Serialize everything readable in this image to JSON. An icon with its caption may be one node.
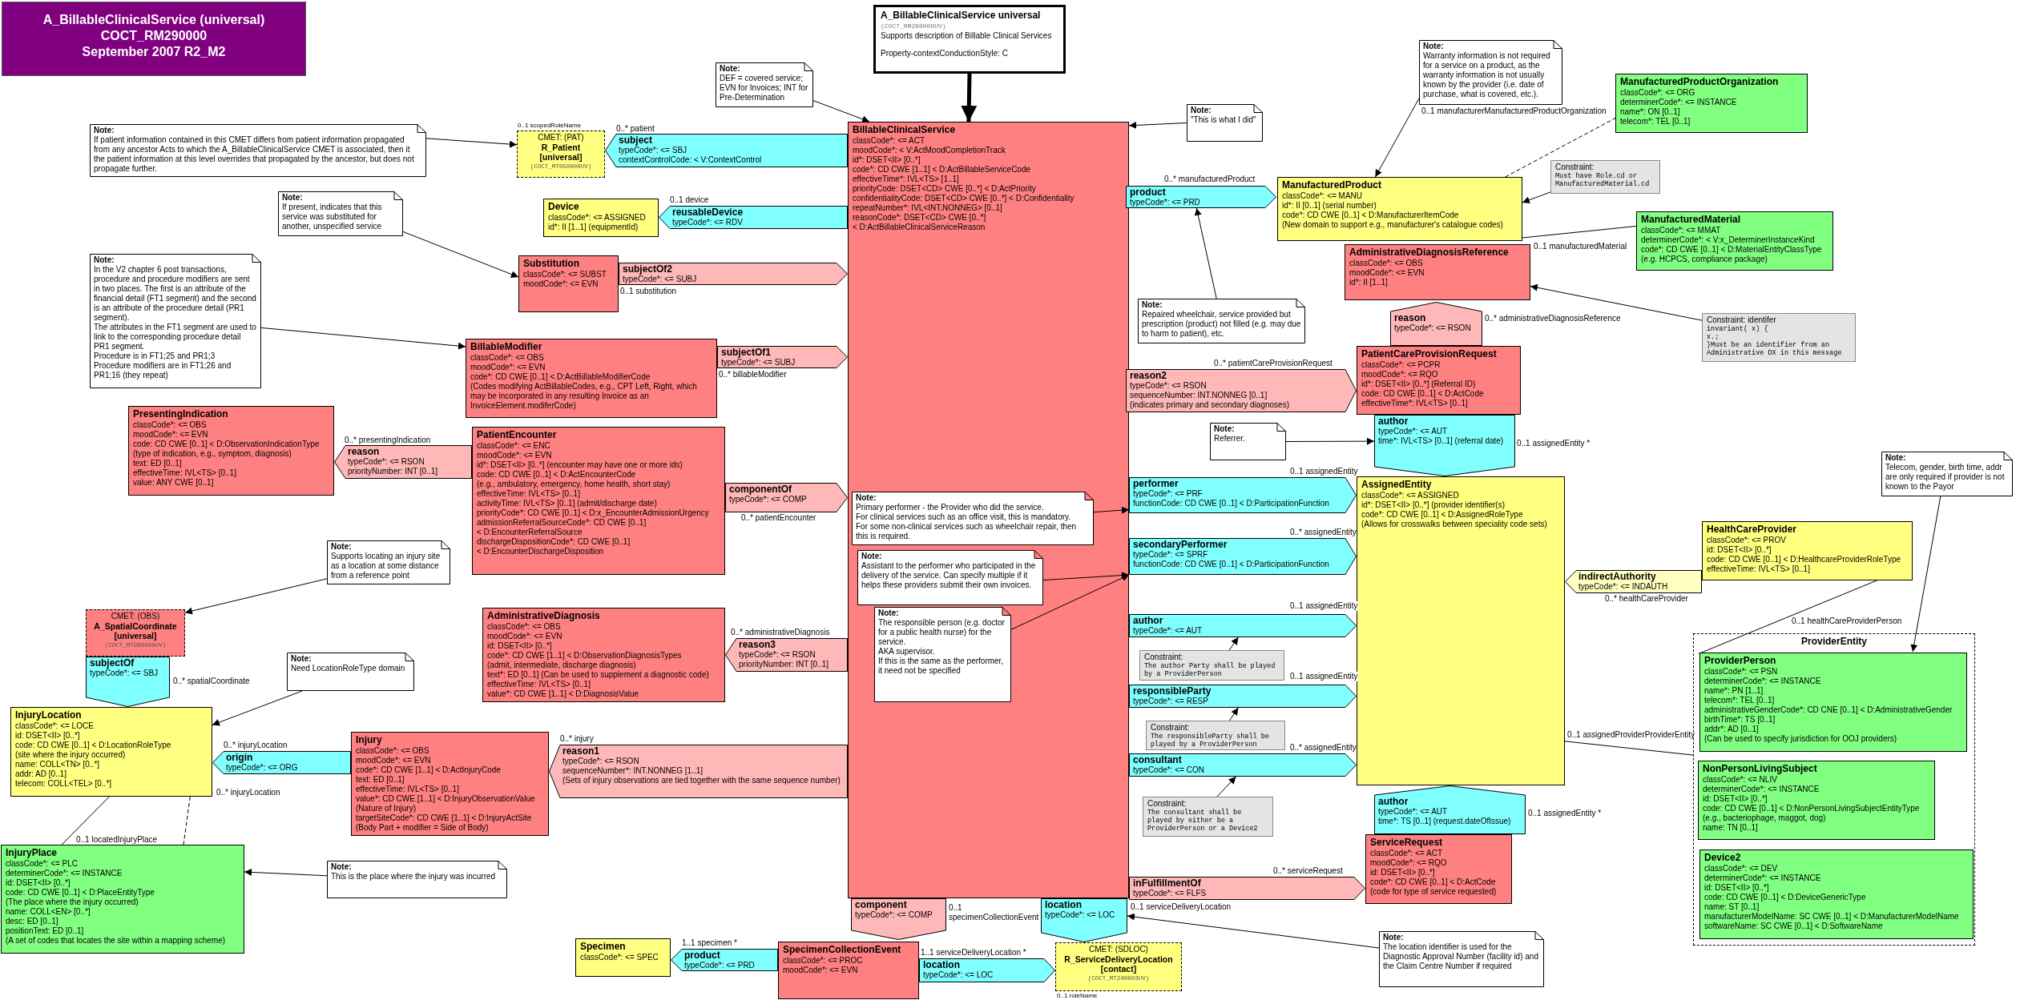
{
  "diagram": {
    "nodes": [
      {
        "text": [
          "A_BillableClinicalService (universal)",
          "COCT_RM290000",
          "September 2007 R2_M2"
        ]
      },
      {
        "text": [
          "A_BillableClinicalService universal",
          "(COCT_RM290000UV)",
          "Supports description of Billable Clinical Services",
          "Property-contextConductionStyle: C"
        ]
      },
      {
        "text": [
          "BillableClinicalService",
          "classCode*: <= ACT",
          "moodCode*: < V:ActMoodCompletionTrack",
          "id*: DSET<II> [0..*]",
          "code*: CD CWE [1..1] < D:ActBillableServiceCode",
          "effectiveTime*: IVL<TS> [1..1]",
          "priorityCode: DSET<CD> CWE [0..*] < D:ActPriority",
          "confidentialityCode: DSET<CD> CWE [0..*] < D:Confidentiality",
          "repeatNumber*: IVL<INT.NONNEG> [0..1]",
          "reasonCode*: DSET<CD> CWE [0..*]",
          "< D:ActBillableClinicalServiceReason"
        ]
      },
      {
        "text": [
          "Note:",
          "DEF = covered service; EVN for Invoices; INT for Pre-Determination"
        ]
      },
      {
        "text": [
          "Note:",
          "If patient information contained in this CMET differs from patient information propagated from any ancestor Acts to which the A_BillableClinicalService CMET is associated, then it the patient information at this level overrides that propagated by the ancestor, but does not propagate further."
        ]
      },
      {
        "text": [
          "CMET: (PAT)",
          "R_Patient",
          "[universal]",
          "(COCT_MT050000UV)"
        ],
        "beside": [
          "0..1 scopedRoleName"
        ]
      },
      {
        "text": [
          "subject",
          "typeCode*: <= SBJ",
          "contextControlCode: < V:ContextControl"
        ],
        "beside": [
          "0..* patient"
        ]
      },
      {
        "text": [
          "Device",
          "classCode*: <= ASSIGNED",
          "id*: II [1..1] (equipmentId)"
        ]
      },
      {
        "text": [
          "reusableDevice",
          "typeCode*: <= RDV"
        ],
        "beside": [
          "0..1 device"
        ]
      },
      {
        "text": [
          "Note:",
          "If present, indicates that this service was substituted for another, unspecified service"
        ]
      },
      {
        "text": [
          "Substitution",
          "classCode*: <= SUBST",
          "moodCode*: <= EVN"
        ]
      },
      {
        "text": [
          "subjectOf2",
          "typeCode*: <= SUBJ"
        ],
        "beside": [
          "0..1 substitution"
        ]
      },
      {
        "text": [
          "Note:",
          "In the V2 chapter 6 post transactions, procedure and procedure modifiers are sent in two places. The first is an attribute of the financial detail (FT1 segment) and the second is an attribute of the procedure detail (PR1 segment).",
          "The attributes in the FT1 segment are used to link to the corresponding procedure detail PR1 segment.",
          "Procedure is in FT1;25 and PR1;3",
          "Procedure modifiers are in FT1;26 and PR1;16 (they repeat)"
        ]
      },
      {
        "text": [
          "BillableModifier",
          "classCode*: <= OBS",
          "moodCode*: <= EVN",
          "code*: CD CWE [0..1] < D:ActBillableModifierCode",
          "(Codes modifying ActBillableCodes, e.g., CPT Left, Right, which may be incorporated in any resulting Invoice as an InvoiceElement.modiferCode)"
        ]
      },
      {
        "text": [
          "subjectOf1",
          "typeCode*: <= SUBJ"
        ],
        "beside": [
          "0..* billableModifier"
        ]
      },
      {
        "text": [
          "PresentingIndication",
          "classCode*: <= OBS",
          "moodCode*: <= EVN",
          "code: CD CWE [0..1] < D:ObservationIndicationType",
          "(type of indication, e.g., symptom, diagnosis)",
          "text: ED [0..1]",
          "effectiveTime: IVL<TS> [0..1]",
          "value: ANY CWE [0..1]"
        ]
      },
      {
        "text": [
          "reason",
          "typeCode*: <= RSON",
          "priorityNumber: INT [0..1]"
        ],
        "beside": [
          "0..* presentingIndication"
        ]
      },
      {
        "text": [
          "PatientEncounter",
          "classCode*: <= ENC",
          "moodCode*: <= EVN",
          "id*: DSET<II> [0..*] (encounter may have one or more ids)",
          "code: CD CWE [0..1] < D:ActEncounterCode",
          "(e.g., ambulatory, emergency, home health, short stay)",
          "effectiveTime: IVL<TS> [0..1]",
          "activityTime: IVL<TS> [0..1] (admit/discharge date)",
          "priorityCode*: CD CWE [0..1] < D:x_EncounterAdmissionUrgency",
          "admissionReferralSourceCode*: CD CWE [0..1]",
          "< D:EncounterReferralSource",
          "dischargeDispositionCode*: CD CWE [0..1]",
          "< D:EncounterDischargeDisposition"
        ]
      },
      {
        "text": [
          "componentOf",
          "typeCode*: <= COMP"
        ],
        "beside": [
          "0..* patientEncounter"
        ]
      },
      {
        "text": [
          "Note:",
          "Supports locating an injury site as a location at some distance from a reference point"
        ]
      },
      {
        "text": [
          "CMET: (OBS)",
          "A_SpatialCoordinate",
          "[universal]",
          "(COCT_MT960000UV)"
        ]
      },
      {
        "text": [
          "subjectOf",
          "typeCode*: <= SBJ"
        ],
        "beside": [
          "0..* spatialCoordinate"
        ]
      },
      {
        "text": [
          "Note:",
          "Need LocationRoleType domain"
        ]
      },
      {
        "text": [
          "InjuryLocation",
          "classCode*: <= LOCE",
          "id: DSET<II> [0..*]",
          "code: CD CWE [0..1] < D:LocationRoleType",
          "(site where the injury occurred)",
          "name: COLL<TN> [0..*]",
          "addr: AD [0..1]",
          "telecom: COLL<TEL> [0..*]"
        ]
      },
      {
        "text": [
          "origin",
          "typeCode*: <= ORG"
        ],
        "beside": [
          "0..* injuryLocation"
        ]
      },
      {
        "text": [
          "Injury",
          "classCode*: <= OBS",
          "moodCode*: <= EVN",
          "code*: CD CWE [1..1] < D:ActInjuryCode",
          "text: ED [0..1]",
          "effectiveTime: IVL<TS> [0..1]",
          "value*: CD CWE [1..1] < D:InjuryObservationValue",
          "(Nature of Injury)",
          "targetSiteCode*: CD CWE [1..1] < D:InjuryActSite",
          "(Body Part + modifier = Side of Body)"
        ]
      },
      {
        "text": [
          "reason1",
          "typeCode*: <= RSON",
          "sequenceNumber*: INT.NONNEG [1..1]",
          "(Sets of injury observations are tied together with the same sequence number)"
        ],
        "beside": [
          "0..* injury"
        ]
      },
      {
        "text": [
          "AdministrativeDiagnosis",
          "classCode*: <= OBS",
          "moodCode*: <= EVN",
          "id: DSET<II> [0..*]",
          "code*: CD CWE [1..1] < D:ObservationDiagnosisTypes",
          "(admit, intermediate, discharge diagnosis)",
          "text*: ED [0..1] (Can be used to supplement a diagnostic code)",
          "effectiveTime: IVL<TS> [0..1]",
          "value*: CD CWE [1..1] < D:DiagnosisValue"
        ]
      },
      {
        "text": [
          "reason3",
          "typeCode*: <= RSON",
          "priorityNumber: INT [0..1]"
        ],
        "beside": [
          "0..* administrativeDiagnosis"
        ]
      },
      {
        "text": [
          "InjuryPlace",
          "classCode*: <= PLC",
          "determinerCode*: <= INSTANCE",
          "id: DSET<II> [0..*]",
          "code: CD CWE [0..1] < D:PlaceEntityType",
          "(The place where the injury occurred)",
          "name: COLL<EN> [0..*]",
          "desc: ED [0..1]",
          "positionText: ED [0..1]",
          "(A set of codes that locates the site within a mapping scheme)"
        ]
      },
      {
        "text": [
          "Note:",
          "This is the place where the injury was incurred"
        ]
      },
      {
        "text": [
          "Specimen",
          "classCode*: <= SPEC"
        ]
      },
      {
        "text": [
          "product",
          "typeCode*: <= PRD"
        ],
        "beside": [
          "1..1 specimen *"
        ]
      },
      {
        "text": [
          "SpecimenCollectionEvent",
          "classCode*: <= PROC",
          "moodCode*: <= EVN"
        ]
      },
      {
        "text": [
          "component",
          "typeCode*: <= COMP"
        ],
        "beside": [
          "0..1 specimenCollectionEvent"
        ]
      },
      {
        "text": [
          "location",
          "typeCode*: <= LOC"
        ],
        "beside": [
          "0..1 serviceDeliveryLocation"
        ]
      },
      {
        "text": [
          "location",
          "typeCode*: <= LOC"
        ],
        "beside": [
          "1..1 serviceDeliveryLocation *"
        ]
      },
      {
        "text": [
          "CMET: (SDLOC)",
          "R_ServiceDeliveryLocation",
          "[contact]",
          "(COCT_MT240003UV)"
        ],
        "beside": [
          "0..1 roleName"
        ]
      },
      {
        "text": [
          "Note:",
          "The location identifier is used for the Diagnostic Approval Number (facility id) and the Claim Centre Number if required"
        ]
      },
      {
        "text": [
          "Note:",
          "\"This is what I did\""
        ]
      },
      {
        "text": [
          "product",
          "typeCode*: <= PRD"
        ],
        "beside": [
          "0..* manufacturedProduct"
        ]
      },
      {
        "text": [
          "Note:",
          "Repaired wheelchair, service provided but prescription (product) not filled (e.g. may due to harm to patient), etc."
        ]
      },
      {
        "text": [
          "ManufacturedProduct",
          "classCode*: <= MANU",
          "id*: II [0..1] (serial number)",
          "code*: CD CWE [0..1] < D:ManufacturerItemCode",
          "(New domain to support e.g., manufacturer's catalogue codes)"
        ]
      },
      {
        "text": [
          "Note:",
          "Warranty information is not required for a service on a product, as the warranty information is not usually known by the provider (i.e. date of purchase, what is covered, etc.)."
        ]
      },
      {
        "text": [
          "ManufacturedProductOrganization",
          "classCode*: <= ORG",
          "determinerCode*: <= INSTANCE",
          "name*: ON [0..1]",
          "telecom*: TEL [0..1]"
        ]
      },
      {
        "text": [
          "Constraint:",
          "Must have Role.cd or ManufacturedMaterial.cd"
        ]
      },
      {
        "text": [
          "ManufacturedMaterial",
          "classCode*: <= MMAT",
          "determinerCode*: < V:x_DeterminerInstanceKind",
          "code*: CD CWE [0..1] < D:MaterialEntityClassType",
          "(e.g. HCPCS, compliance package)"
        ]
      },
      {
        "text": [
          "AdministrativeDiagnosisReference",
          "classCode*: <= OBS",
          "moodCode*: <= EVN",
          "id*: II [1..1]"
        ]
      },
      {
        "text": [
          "reason",
          "typeCode*: <= RSON"
        ],
        "beside": [
          "0..* administrativeDiagnosisReference"
        ]
      },
      {
        "text": [
          "Constraint: identifer",
          "invariant( x) {",
          "x.;",
          "}Must be an identifier from an Administrative DX in this message"
        ]
      },
      {
        "text": [
          "PatientCareProvisionRequest",
          "classCode*: <= PCPR",
          "moodCode*: <= RQO",
          "id*: DSET<II> [0..*] (Referral ID)",
          "code: CD CWE [0..1] < D:ActCode",
          "effectiveTime*: IVL<TS> [0..1]"
        ]
      },
      {
        "text": [
          "reason2",
          "typeCode*: <= RSON",
          "sequenceNumber: INT.NONNEG [0..1]",
          "(indicates primary and secondary diagnoses)"
        ],
        "beside": [
          "0..* patientCareProvisionRequest"
        ]
      },
      {
        "text": [
          "author",
          "typeCode*: <= AUT",
          "time*: IVL<TS> [0..1] (referral date)"
        ],
        "beside": [
          "0..1 assignedEntity *"
        ]
      },
      {
        "text": [
          "Note:",
          "Referrer."
        ]
      },
      {
        "text": [
          "AssignedEntity",
          "classCode*: <= ASSIGNED",
          "id*: DSET<II> [0..*] (provider identifier(s)",
          "code*: CD CWE [0..1] < D:AssignedRoleType",
          "(Allows for crosswalks between speciality code sets)"
        ]
      },
      {
        "text": [
          "performer",
          "typeCode*: <= PRF",
          "functionCode: CD CWE [0..1] < D:ParticipationFunction"
        ],
        "beside": [
          "0..1 assignedEntity"
        ]
      },
      {
        "in": 2,
        "text": [
          "Note:",
          "Primary performer - the Provider who did the service.",
          "For clinical services such as an office visit, this is mandatory.",
          "For some non-clinical services such as wheelchair repair, then this is required."
        ]
      },
      {
        "text": [
          "secondaryPerformer",
          "typeCode*: <= SPRF",
          "functionCode: CD CWE [0..1] < D:ParticipationFunction"
        ],
        "beside": [
          "0..* assignedEntity"
        ]
      },
      {
        "in": 2,
        "text": [
          "Note:",
          "Assistant to the performer who participated in the delivery of the service. Can specify multiple if it helps these providers submit their own invoices."
        ]
      },
      {
        "text": [
          "author",
          "typeCode*: <= AUT"
        ],
        "beside": [
          "0..1 assignedEntity"
        ]
      },
      {
        "in": 2,
        "text": [
          "Note:",
          "The responsible person (e.g. doctor for a public health nurse) for the service.",
          "AKA supervisor.",
          "If this is the same as the performer, it need not be specified"
        ]
      },
      {
        "text": [
          "Constraint:",
          "The author Party shall be played by a ProviderPerson"
        ]
      },
      {
        "text": [
          "responsibleParty",
          "typeCode*: <= RESP"
        ],
        "beside": [
          "0..1 assignedEntity"
        ]
      },
      {
        "text": [
          "Constraint:",
          "The responsibleParty shall be played by a ProviderPerson"
        ]
      },
      {
        "text": [
          "consultant",
          "typeCode*: <= CON"
        ],
        "beside": [
          "0..* assignedEntity"
        ]
      },
      {
        "text": [
          "Constraint:",
          "The consultant shall be played by either be a ProviderPerson or a Device2"
        ]
      },
      {
        "text": [
          "author",
          "typeCode*: <= AUT",
          "time*: TS [0..1] (request.dateOfIssue)"
        ],
        "beside": [
          "0..1 assignedEntity *"
        ]
      },
      {
        "text": [
          "ServiceRequest",
          "classCode*: <= ACT",
          "moodCode*: <= RQO",
          "id: DSET<II> [0..*]",
          "code*: CD CWE [0..1] < D:ActCode",
          "(code for type of service requested)"
        ]
      },
      {
        "text": [
          "inFulfillmentOf",
          "typeCode*: <= FLFS"
        ],
        "beside": [
          "0..* serviceRequest"
        ]
      },
      {
        "text": [
          "Note:",
          "Telecom, gender, birth time, addr are only required if provider is not known to the Payor"
        ]
      },
      {
        "text": [
          "HealthCareProvider",
          "classCode*: <= PROV",
          "id: DSET<II> [0..*]",
          "code: CD CWE [0..1] < D:HealthcareProviderRoleType",
          "effectiveTime: IVL<TS> [0..1]"
        ]
      },
      {
        "text": [
          "indirectAuthority",
          "typeCode*: <= INDAUTH"
        ],
        "beside": [
          "0..* healthCareProvider"
        ]
      },
      {
        "text": [
          "ProviderEntity"
        ]
      },
      {
        "in": 72,
        "text": [
          "ProviderPerson",
          "classCode*: <= PSN",
          "determinerCode*: <= INSTANCE",
          "name*: PN [1..1]",
          "telecom*: TEL [0..1]",
          "administrativeGenderCode*: CD CNE [0..1] < D:AdministrativeGender",
          "birthTime*: TS [0..1]",
          "addr*: AD [0..1]",
          "(Can be used to specify jurisdiction for OOJ providers)"
        ]
      },
      {
        "in": 72,
        "text": [
          "NonPersonLivingSubject",
          "classCode*: <= NLIV",
          "determinerCode*: <= INSTANCE",
          "id: DSET<II> [0..*]",
          "code: CD CWE [0..1] < D:NonPersonLivingSubjectEntityType",
          "(e.g., bacteriophage, maggot, dog)",
          "name: TN [0..1]"
        ]
      },
      {
        "in": 72,
        "text": [
          "Device2",
          "classCode*: <= DEV",
          "determinerCode*: <= INSTANCE",
          "id: DSET<II> [0..*]",
          "code: CD CWE [0..1] < D:DeviceGenericType",
          "name: ST [0..1]",
          "manufacturerModelName: SC CWE [0..1] < D:ManufacturerModelName",
          "softwareName: SC CWE [0..1] < D:SoftwareName"
        ]
      }
    ],
    "edges": [
      {
        "from": 1,
        "to": 2,
        "arrow": "to",
        "style": "thick"
      },
      {
        "from": 3,
        "to": 2,
        "arrow": "to"
      },
      {
        "from": 4,
        "to": 5,
        "arrow": "to"
      },
      {
        "from": 39,
        "to": 2,
        "arrow": "to"
      },
      {
        "from": 9,
        "to": 10,
        "arrow": "to"
      },
      {
        "from": 12,
        "to": 13,
        "arrow": "to"
      },
      {
        "from": 41,
        "to": 40,
        "arrow": "to"
      },
      {
        "from": 43,
        "to": 42,
        "arrow": "to"
      },
      {
        "from": 42,
        "to": 44,
        "arrow": "none",
        "style": "dashed",
        "label": "0..1 manufacturerManufacturedProductOrganization"
      },
      {
        "from": 45,
        "to": 42,
        "arrow": "to"
      },
      {
        "from": 42,
        "to": 46,
        "arrow": "none",
        "label": "0..1 manufacturedMaterial"
      },
      {
        "from": 49,
        "to": 47,
        "arrow": "to"
      },
      {
        "from": 53,
        "to": 52,
        "arrow": "to"
      },
      {
        "from": 56,
        "to": 55,
        "arrow": "to"
      },
      {
        "from": 58,
        "to": 57,
        "arrow": "to"
      },
      {
        "from": 60,
        "to": 57,
        "arrow": "to"
      },
      {
        "from": 61,
        "to": 59,
        "arrow": "to"
      },
      {
        "from": 63,
        "to": 62,
        "arrow": "to"
      },
      {
        "from": 65,
        "to": 64,
        "arrow": "to"
      },
      {
        "from": 69,
        "to": 73,
        "arrow": "to"
      },
      {
        "from": 70,
        "to": 73,
        "arrow": "none",
        "label": "0..1 healthCareProviderPerson"
      },
      {
        "from": 54,
        "to": 72,
        "arrow": "none",
        "label": "0..1 assignedProviderProviderEntity"
      },
      {
        "from": 19,
        "to": 20,
        "arrow": "to"
      },
      {
        "from": 22,
        "to": 23,
        "arrow": "to"
      },
      {
        "from": 23,
        "to": 29,
        "arrow": "none",
        "label": "0..1 locatedInjuryPlace"
      },
      {
        "from": 23,
        "to": 29,
        "arrow": "none",
        "style": "dashed",
        "label": "0..* injuryLocation"
      },
      {
        "from": 30,
        "to": 29,
        "arrow": "to"
      },
      {
        "from": 38,
        "to": 35,
        "arrow": "to"
      }
    ]
  }
}
